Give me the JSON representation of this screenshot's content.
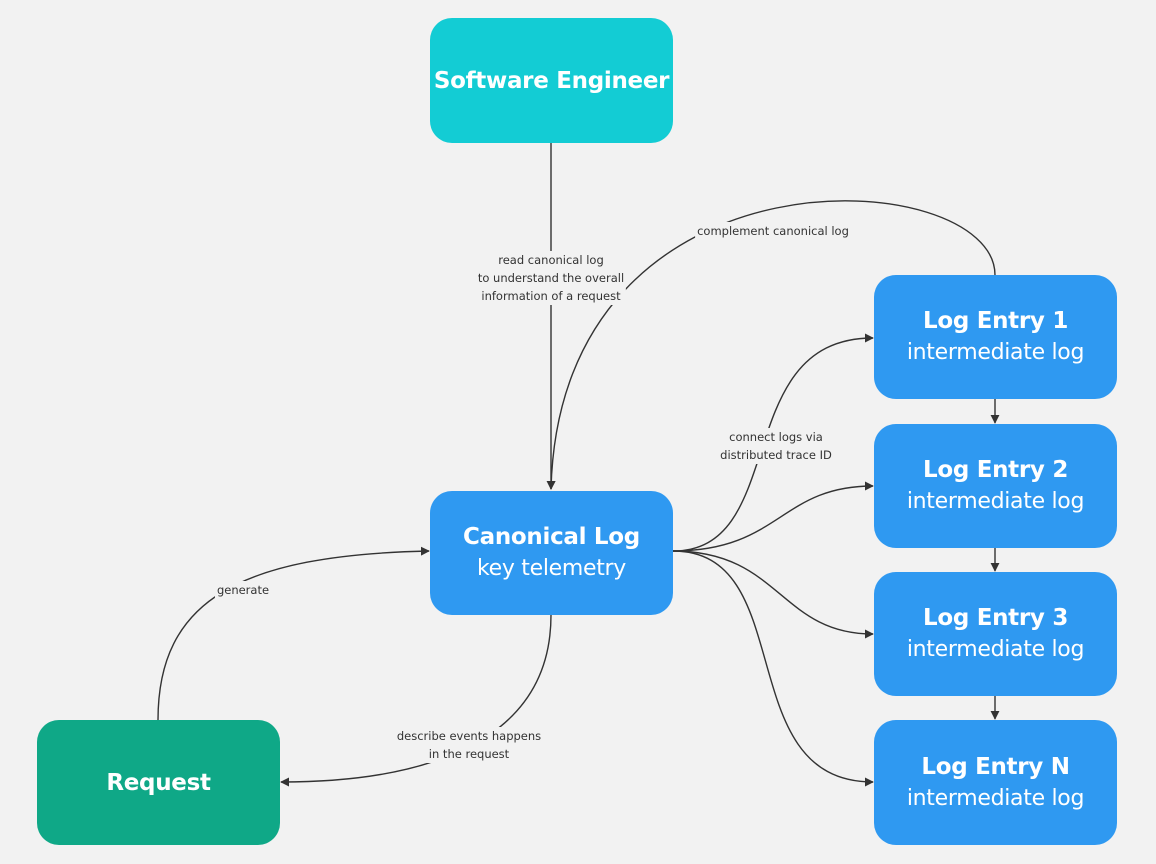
{
  "nodes": {
    "engineer": {
      "title": "Software Engineer",
      "color": "#13ccd4"
    },
    "canonical": {
      "title": "Canonical Log",
      "subtitle": "key telemetry",
      "color": "#2f99f1"
    },
    "request": {
      "title": "Request",
      "color": "#0fa887"
    },
    "entry_1": {
      "title": "Log Entry 1",
      "subtitle": "intermediate log",
      "color": "#2f99f1"
    },
    "entry_2": {
      "title": "Log Entry 2",
      "subtitle": "intermediate log",
      "color": "#2f99f1"
    },
    "entry_3": {
      "title": "Log Entry 3",
      "subtitle": "intermediate log",
      "color": "#2f99f1"
    },
    "entry_n": {
      "title": "Log Entry N",
      "subtitle": "intermediate log",
      "color": "#2f99f1"
    }
  },
  "edges": {
    "read": {
      "line1": "read canonical log",
      "line2": "to understand the overall",
      "line3": "information of a request"
    },
    "complement": {
      "line1": "complement canonical log"
    },
    "connect": {
      "line1": "connect logs via",
      "line2": "distributed trace ID"
    },
    "generate": {
      "line1": "generate"
    },
    "describe": {
      "line1": "describe events happens",
      "line2": "in the request"
    }
  },
  "colors": {
    "edge": "#333333",
    "background": "#f2f2f2"
  }
}
